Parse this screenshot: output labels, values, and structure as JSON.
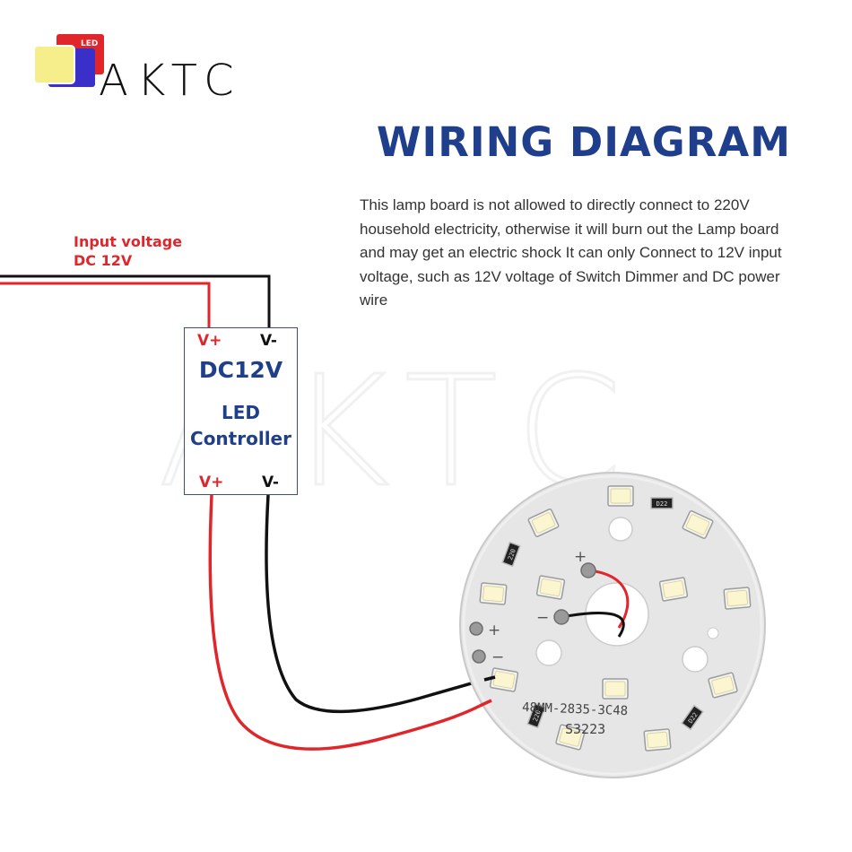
{
  "brand": {
    "logo_text": "AKTC",
    "badge_text": "LED",
    "watermark": "AKTC"
  },
  "title": "WIRING DIAGRAM",
  "description": "This lamp board is not allowed to directly connect to 220V household electricity, otherwise it will burn out the Lamp board and may get an electric shock It can only Connect to 12V input voltage, such as 12V voltage of Switch Dimmer and DC power wire",
  "input": {
    "line1": "Input voltage",
    "line2": "DC 12V"
  },
  "controller": {
    "model": "DC12V",
    "name_line1": "LED",
    "name_line2": "Controller",
    "top_positive": "V+",
    "top_negative": "V-",
    "bottom_positive": "V+",
    "bottom_negative": "V-"
  },
  "board": {
    "marking1": "48MM-2835-3C48",
    "marking2": "S3223",
    "plus": "+",
    "minus": "−",
    "resistor_code": "D22",
    "resistor_code2": "220"
  },
  "colors": {
    "title": "#1f3f8c",
    "input_label": "#e0262b",
    "positive_wire": "#e0262b",
    "negative_wire": "#111111",
    "controller_border": "#3a4d8f",
    "board": "#e6e6e6"
  }
}
